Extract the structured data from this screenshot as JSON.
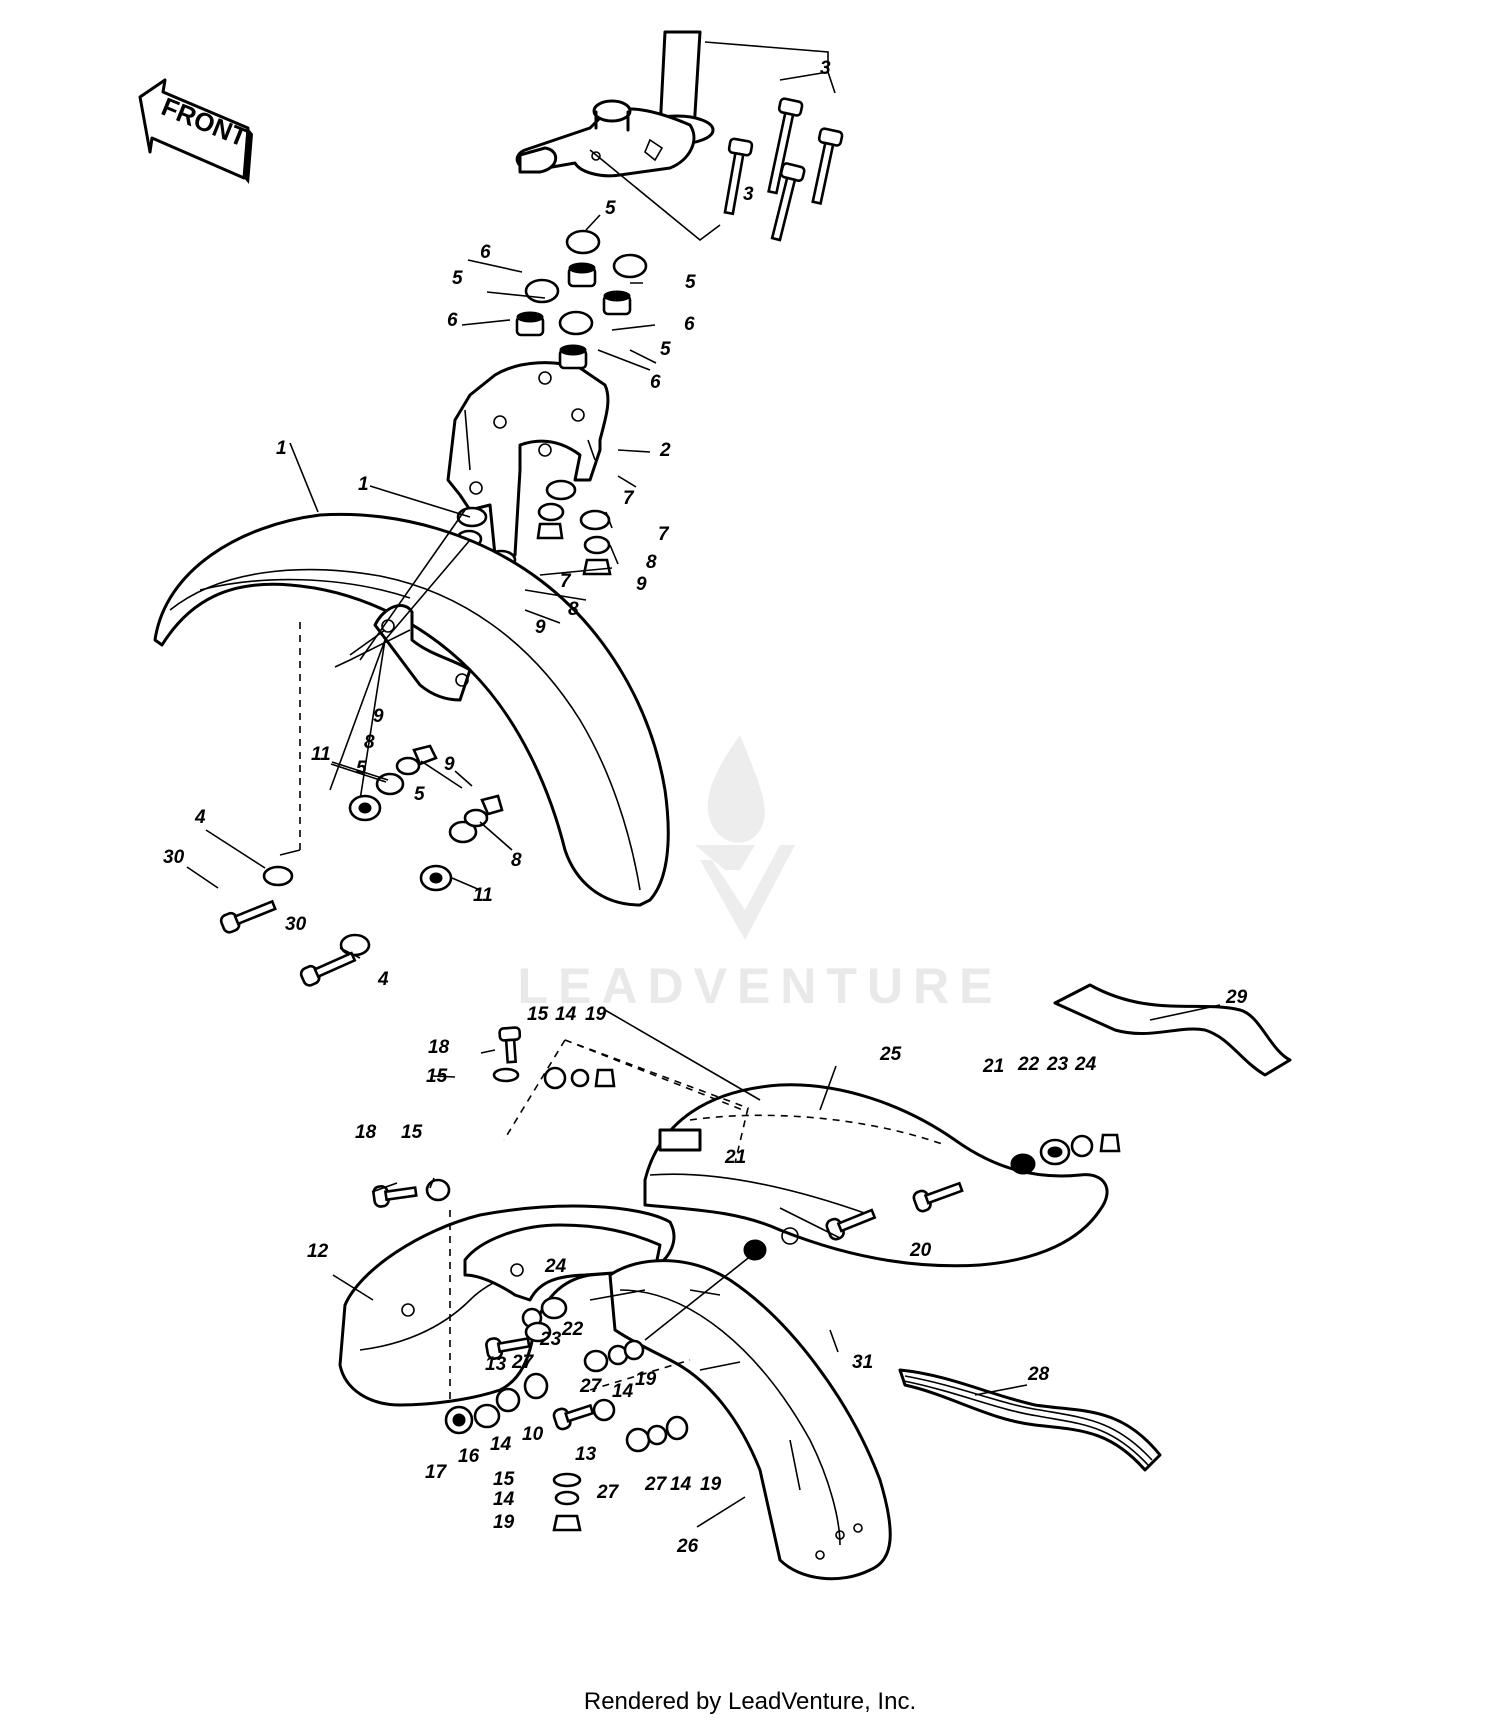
{
  "front_label": "FRONT",
  "watermark": "LEADVENTURE",
  "footer": "Rendered by LeadVenture, Inc.",
  "callouts": [
    "3",
    "3",
    "5",
    "6",
    "5",
    "5",
    "6",
    "6",
    "5",
    "6",
    "2",
    "1",
    "1",
    "7",
    "7",
    "7",
    "8",
    "8",
    "9",
    "9",
    "9",
    "8",
    "5",
    "11",
    "9",
    "5",
    "8",
    "11",
    "4",
    "30",
    "30",
    "4",
    "29",
    "18",
    "15",
    "14",
    "19",
    "15",
    "25",
    "21",
    "22",
    "23",
    "24",
    "18",
    "15",
    "21",
    "12",
    "24",
    "23",
    "22",
    "20",
    "31",
    "13",
    "27",
    "27",
    "14",
    "19",
    "10",
    "14",
    "16",
    "17",
    "13",
    "27",
    "28",
    "27",
    "14",
    "19",
    "15",
    "14",
    "19",
    "26"
  ]
}
